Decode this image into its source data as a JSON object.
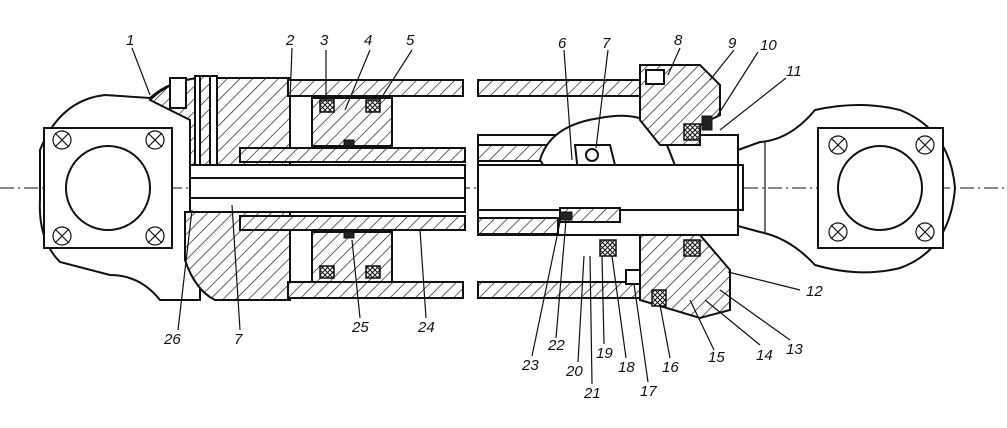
{
  "figure": {
    "labels": [
      "1",
      "2",
      "3",
      "4",
      "5",
      "6",
      "7",
      "8",
      "9",
      "10",
      "11",
      "12",
      "13",
      "14",
      "15",
      "16",
      "17",
      "18",
      "19",
      "20",
      "21",
      "22",
      "23",
      "7",
      "24",
      "25",
      "26"
    ]
  }
}
